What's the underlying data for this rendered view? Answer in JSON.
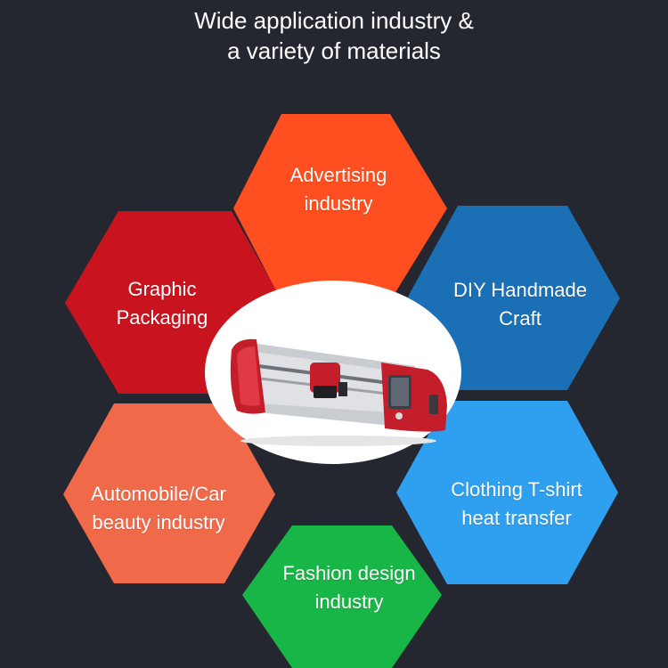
{
  "header": {
    "line1": "Wide application industry &",
    "line2": "a variety of materials"
  },
  "colors": {
    "background": "#24272f",
    "advertising": "#ff4e1f",
    "graphic_packaging": "#c9141f",
    "diy_handmade": "#1b6fb5",
    "clothing": "#2f9ff0",
    "fashion": "#18b547",
    "automobile": "#f06a4a",
    "circle": "#ffffff",
    "machine_red": "#c41e2a",
    "machine_silver": "#d4d6da"
  },
  "industries": {
    "advertising": {
      "line1": "Advertising",
      "line2": "industry"
    },
    "graphic_packaging": {
      "line1": "Graphic",
      "line2": "Packaging"
    },
    "diy_handmade": {
      "line1": "DIY Handmade",
      "line2": "Craft"
    },
    "clothing": {
      "line1": "Clothing T-shirt",
      "line2": "heat transfer"
    },
    "fashion": {
      "line1": "Fashion design",
      "line2": "industry"
    },
    "automobile": {
      "line1": "Automobile/Car",
      "line2": "beauty industry"
    }
  },
  "product": {
    "icon": "cutting-plotter-icon"
  }
}
